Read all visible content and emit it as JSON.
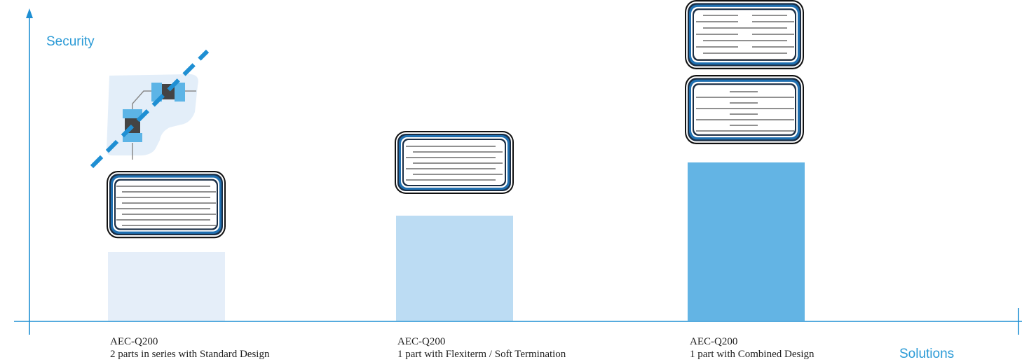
{
  "axes": {
    "y_label": "Security",
    "x_label": "Solutions"
  },
  "colors": {
    "axis": "#1f8fd3",
    "label": "#2a9ad6",
    "bar_light": "#e5eef9",
    "bar_medium": "#bcdcf3",
    "bar_dark": "#63b4e4",
    "dash": "#1f8fd3",
    "chip_blue": "#1f6fb0",
    "chip_dark": "#1a2d44"
  },
  "solutions": [
    {
      "title": "AEC-Q200",
      "description": "2 parts in series with Standard Design",
      "security_level": 0.26,
      "chip_icon": "capacitor-standard-icon"
    },
    {
      "title": "AEC-Q200",
      "description": "1 part with Flexiterm / Soft Termination",
      "security_level": 0.4,
      "chip_icon": "capacitor-flexiterm-icon"
    },
    {
      "title": "AEC-Q200",
      "description": "1 part with Combined Design",
      "security_level": 0.6,
      "chip_icon": "capacitor-combined-icon"
    }
  ],
  "inset_icon": "series-capacitor-circuit-icon"
}
